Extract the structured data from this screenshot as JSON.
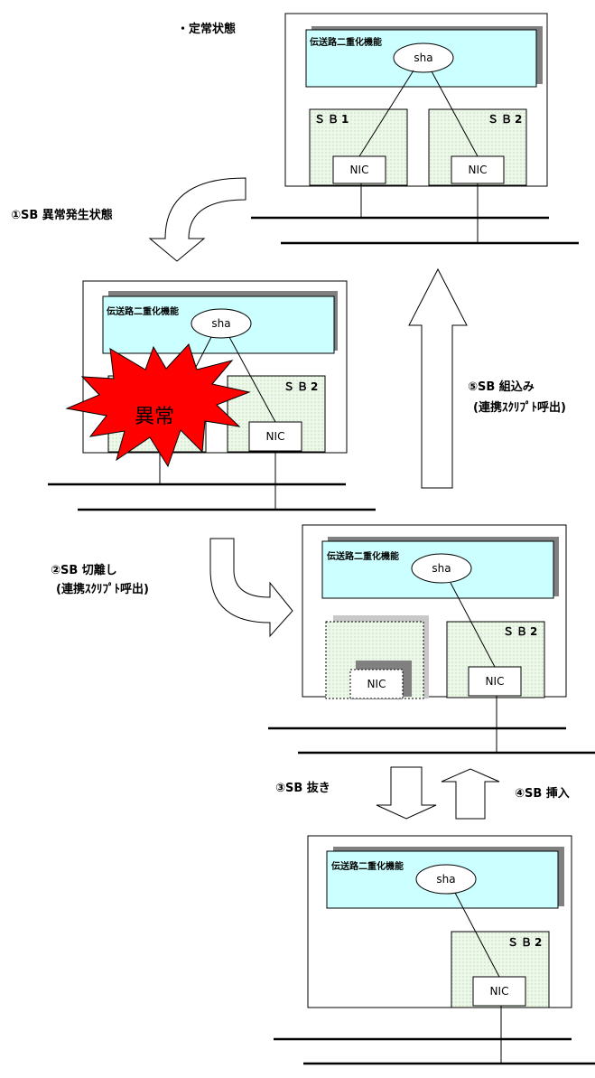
{
  "title": "・定常状態",
  "function_label": "伝送路二重化機能",
  "sha_label": "sha",
  "sb1_label": "ＳＢ1",
  "sb2_label": "ＳＢ2",
  "nic_label": "NIC",
  "abnormal_label": "異常",
  "steps": {
    "step1": "①SB 異常発生状態",
    "step2_line1": "②SB 切離し",
    "step2_line2": "(連携ｽｸﾘﾌﾟﾄ呼出)",
    "step3": "③SB 抜き",
    "step4": "④SB 挿入",
    "step5_line1": "⑤SB 組込み",
    "step5_line2": "(連携ｽｸﾘﾌﾟﾄ呼出)"
  },
  "colors": {
    "function_box": "#ccffff",
    "sb_fill": "#e6f5e0",
    "shadow": "#808080",
    "burst": "#ff0000"
  }
}
